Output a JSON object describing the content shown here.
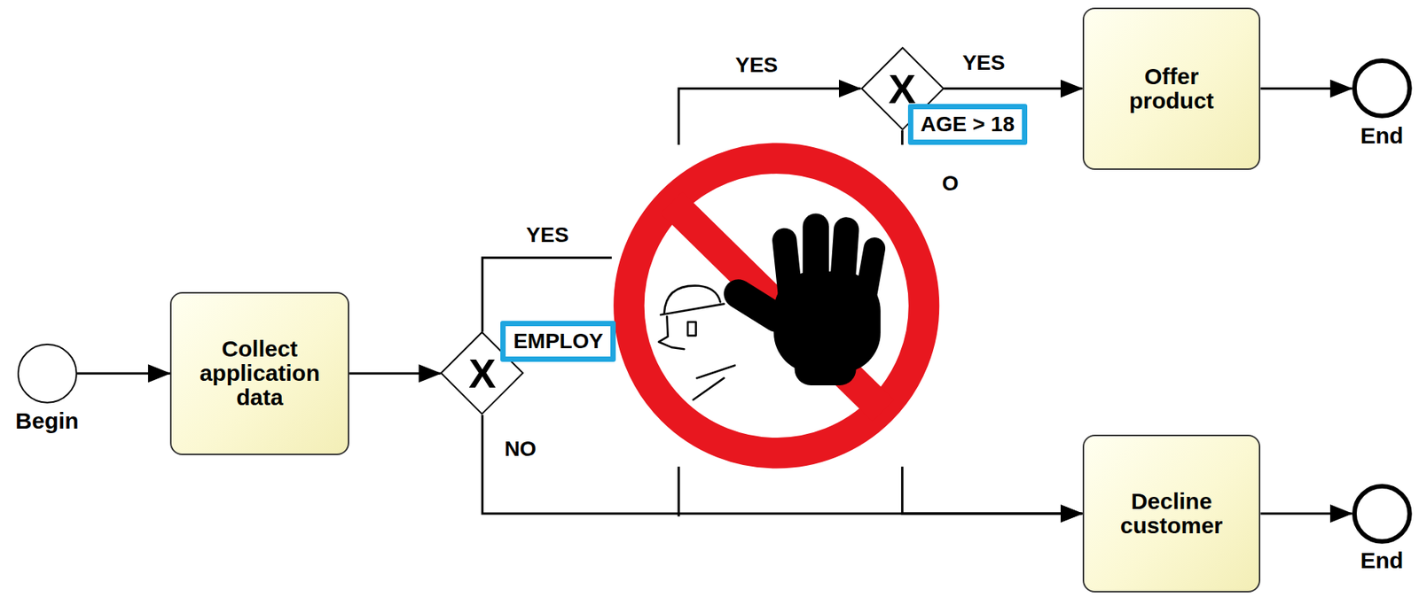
{
  "diagram": {
    "nodes": [
      {
        "text": [
          "Begin"
        ]
      },
      {
        "text": [
          "Collect application data"
        ]
      },
      {
        "text": [
          "X"
        ]
      },
      {
        "text": [
          "X"
        ]
      },
      {
        "text": [
          "Offer product"
        ]
      },
      {
        "text": [
          "End"
        ]
      },
      {
        "text": [
          "Decline customer"
        ]
      },
      {
        "text": [
          "End"
        ]
      }
    ],
    "edges": [
      {
        "from": 0,
        "to": 1,
        "arrow": "to"
      },
      {
        "from": 1,
        "to": 2,
        "arrow": "to"
      },
      {
        "from": 2,
        "to": 3,
        "arrow": "to",
        "label": "YES"
      },
      {
        "from": 3,
        "to": 4,
        "arrow": "to",
        "label": "YES"
      },
      {
        "from": 3,
        "to": 6,
        "arrow": "to",
        "label": "O"
      },
      {
        "from": 2,
        "to": 6,
        "arrow": "to",
        "label": "NO"
      },
      {
        "from": 4,
        "to": 5,
        "arrow": "to"
      },
      {
        "from": 6,
        "to": 7,
        "arrow": "to"
      }
    ],
    "labels": [
      "YES",
      "EMPLOY",
      "AGE > 18"
    ]
  }
}
